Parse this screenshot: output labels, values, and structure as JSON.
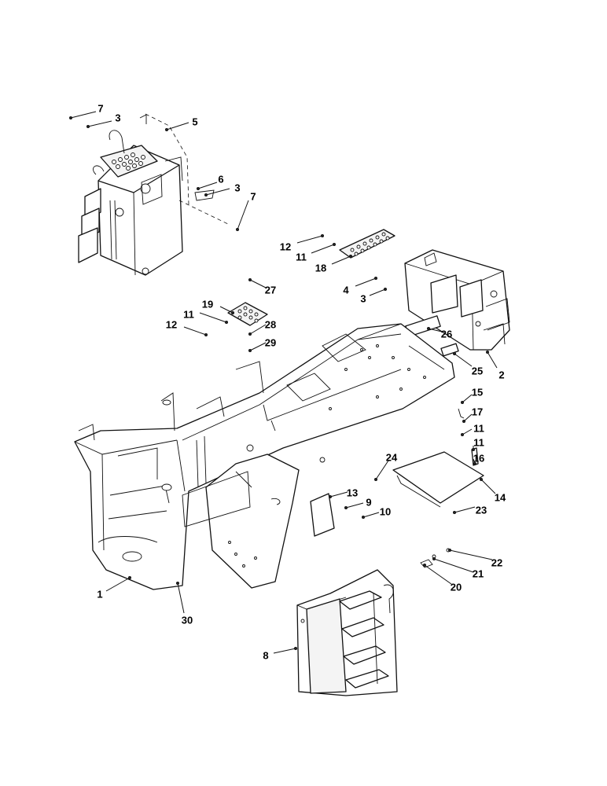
{
  "callouts": [
    {
      "id": "c1",
      "label": "1"
    },
    {
      "id": "c2",
      "label": "2"
    },
    {
      "id": "c3a",
      "label": "3"
    },
    {
      "id": "c3b",
      "label": "3"
    },
    {
      "id": "c3c",
      "label": "3"
    },
    {
      "id": "c4",
      "label": "4"
    },
    {
      "id": "c5",
      "label": "5"
    },
    {
      "id": "c6",
      "label": "6"
    },
    {
      "id": "c7a",
      "label": "7"
    },
    {
      "id": "c7b",
      "label": "7"
    },
    {
      "id": "c8",
      "label": "8"
    },
    {
      "id": "c9",
      "label": "9"
    },
    {
      "id": "c10",
      "label": "10"
    },
    {
      "id": "c11a",
      "label": "11"
    },
    {
      "id": "c11b",
      "label": "11"
    },
    {
      "id": "c11c",
      "label": "11"
    },
    {
      "id": "c11d",
      "label": "11"
    },
    {
      "id": "c12a",
      "label": "12"
    },
    {
      "id": "c12b",
      "label": "12"
    },
    {
      "id": "c13",
      "label": "13"
    },
    {
      "id": "c14",
      "label": "14"
    },
    {
      "id": "c15",
      "label": "15"
    },
    {
      "id": "c16",
      "label": "16"
    },
    {
      "id": "c17",
      "label": "17"
    },
    {
      "id": "c18",
      "label": "18"
    },
    {
      "id": "c19",
      "label": "19"
    },
    {
      "id": "c20",
      "label": "20"
    },
    {
      "id": "c21",
      "label": "21"
    },
    {
      "id": "c22",
      "label": "22"
    },
    {
      "id": "c23",
      "label": "23"
    },
    {
      "id": "c24",
      "label": "24"
    },
    {
      "id": "c25",
      "label": "25"
    },
    {
      "id": "c26",
      "label": "26"
    },
    {
      "id": "c27",
      "label": "27"
    },
    {
      "id": "c28",
      "label": "28"
    },
    {
      "id": "c29",
      "label": "29"
    },
    {
      "id": "c30",
      "label": "30"
    }
  ]
}
